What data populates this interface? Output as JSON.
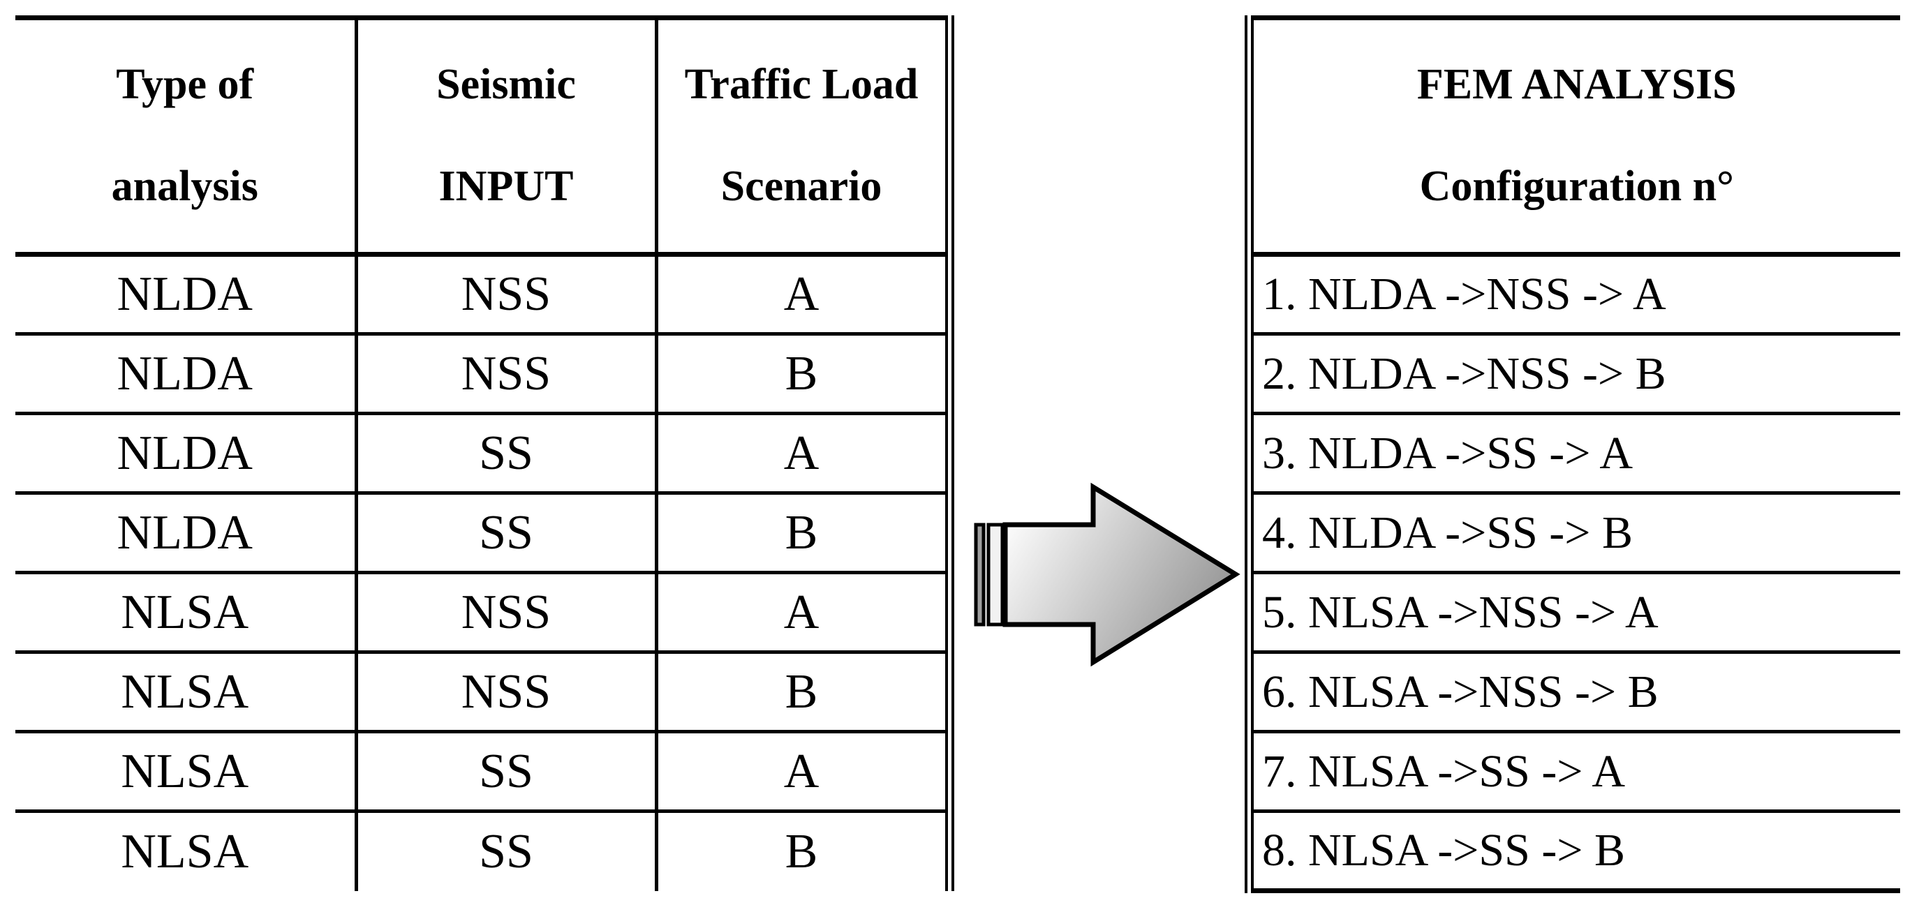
{
  "left_table": {
    "columns": [
      "Type of\nanalysis",
      "Seismic\nINPUT",
      "Traffic Load\nScenario"
    ],
    "rows": [
      [
        "NLDA",
        "NSS",
        "A"
      ],
      [
        "NLDA",
        "NSS",
        "B"
      ],
      [
        "NLDA",
        "SS",
        "A"
      ],
      [
        "NLDA",
        "SS",
        "B"
      ],
      [
        "NLSA",
        "NSS",
        "A"
      ],
      [
        "NLSA",
        "NSS",
        "B"
      ],
      [
        "NLSA",
        "SS",
        "A"
      ],
      [
        "NLSA",
        "SS",
        "B"
      ]
    ]
  },
  "right_table": {
    "header": "FEM ANALYSIS\nConfiguration n°",
    "rows": [
      "1. NLDA ->NSS -> A",
      "2. NLDA ->NSS -> B",
      "3. NLDA ->SS -> A",
      "4. NLDA ->SS -> B",
      "5. NLSA ->NSS -> A",
      "6. NLSA ->NSS -> B",
      "7. NLSA ->SS -> A",
      "8. NLSA ->SS -> B"
    ]
  },
  "arrow": {
    "name": "striped-right-arrow",
    "direction": "right",
    "fill_light": "#fdfdfd",
    "fill_dark": "#848484",
    "stripe1_fill": "#a0a0a0",
    "stripe2_fill": "#f2f2f2",
    "outline": "#000000"
  },
  "colors": {
    "background": "#ffffff",
    "line": "#000000",
    "text": "#000000"
  }
}
